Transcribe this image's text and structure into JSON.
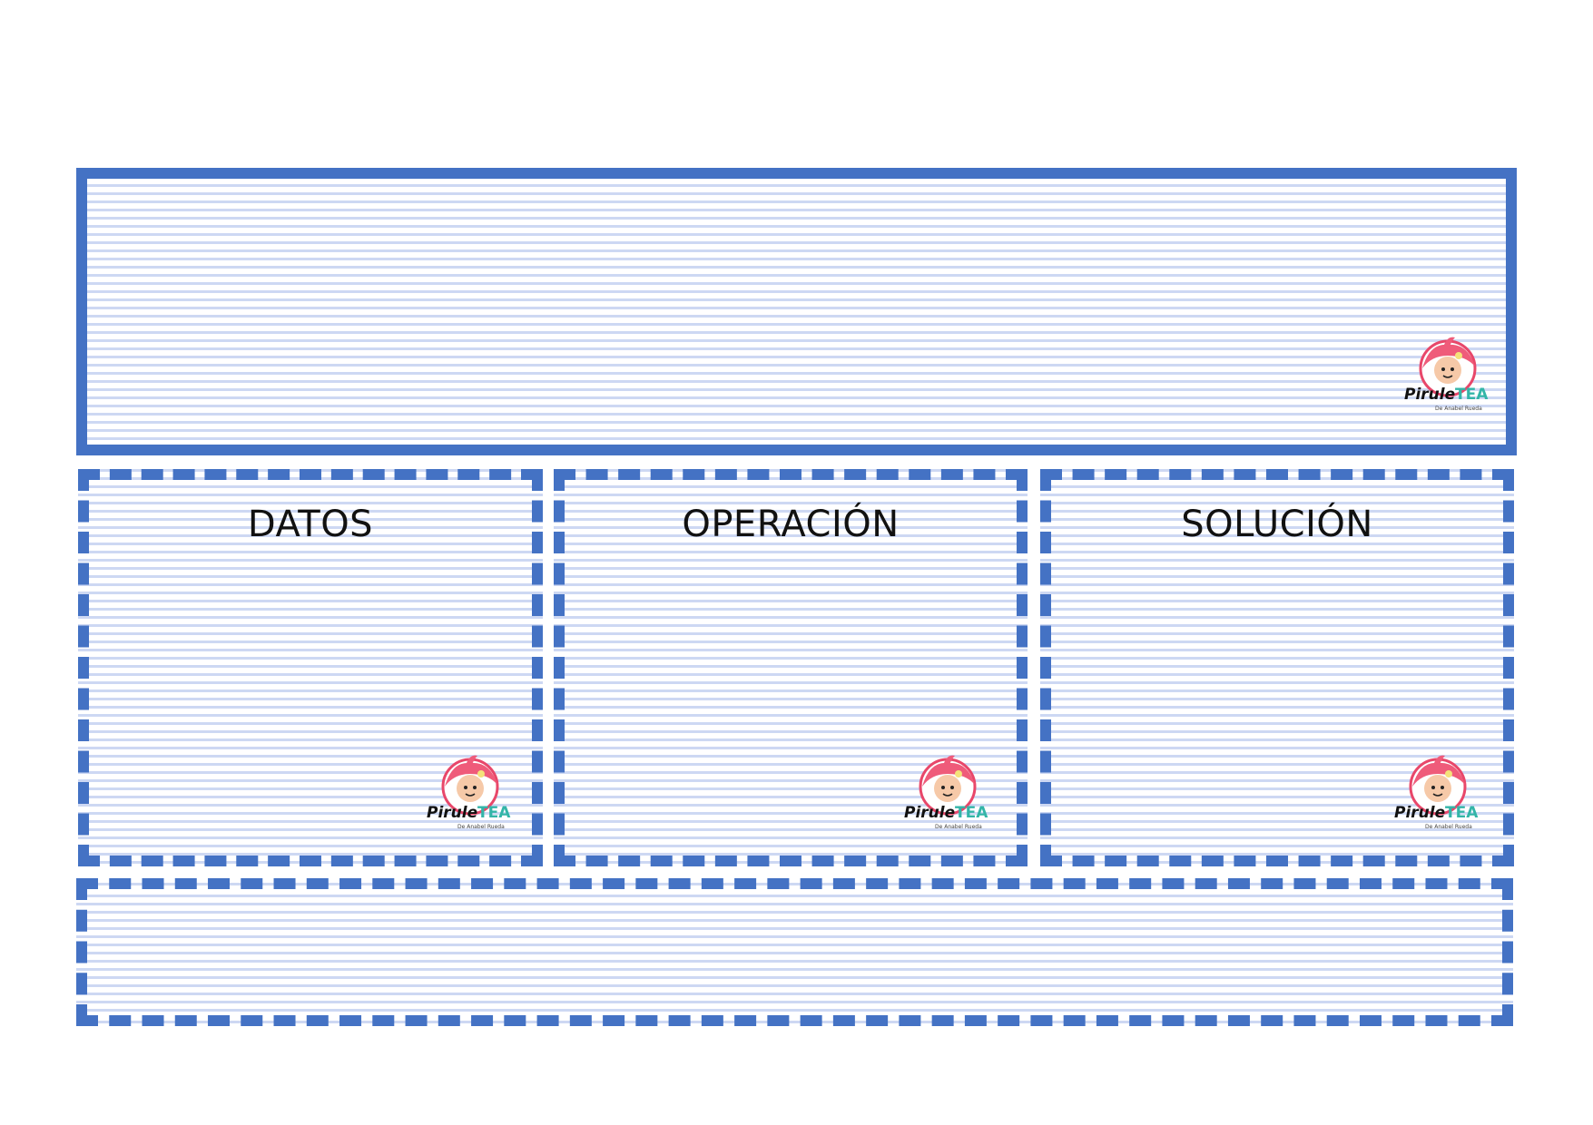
{
  "boxes": {
    "top": {},
    "datos": {
      "title": "DATOS"
    },
    "operacion": {
      "title": "OPERACIÓN"
    },
    "solucion": {
      "title": "SOLUCIÓN"
    },
    "bottom": {}
  },
  "logo": {
    "brand_part1": "Pirule",
    "brand_part2": "TEA",
    "tagline": "De Anabel Rueda",
    "icon": "pirule-tea-girl-logo"
  },
  "colors": {
    "border": "#4472c4",
    "ruled_line": "#cdd8f3",
    "logo_pink": "#e8476a",
    "logo_teal": "#33b5a8"
  }
}
